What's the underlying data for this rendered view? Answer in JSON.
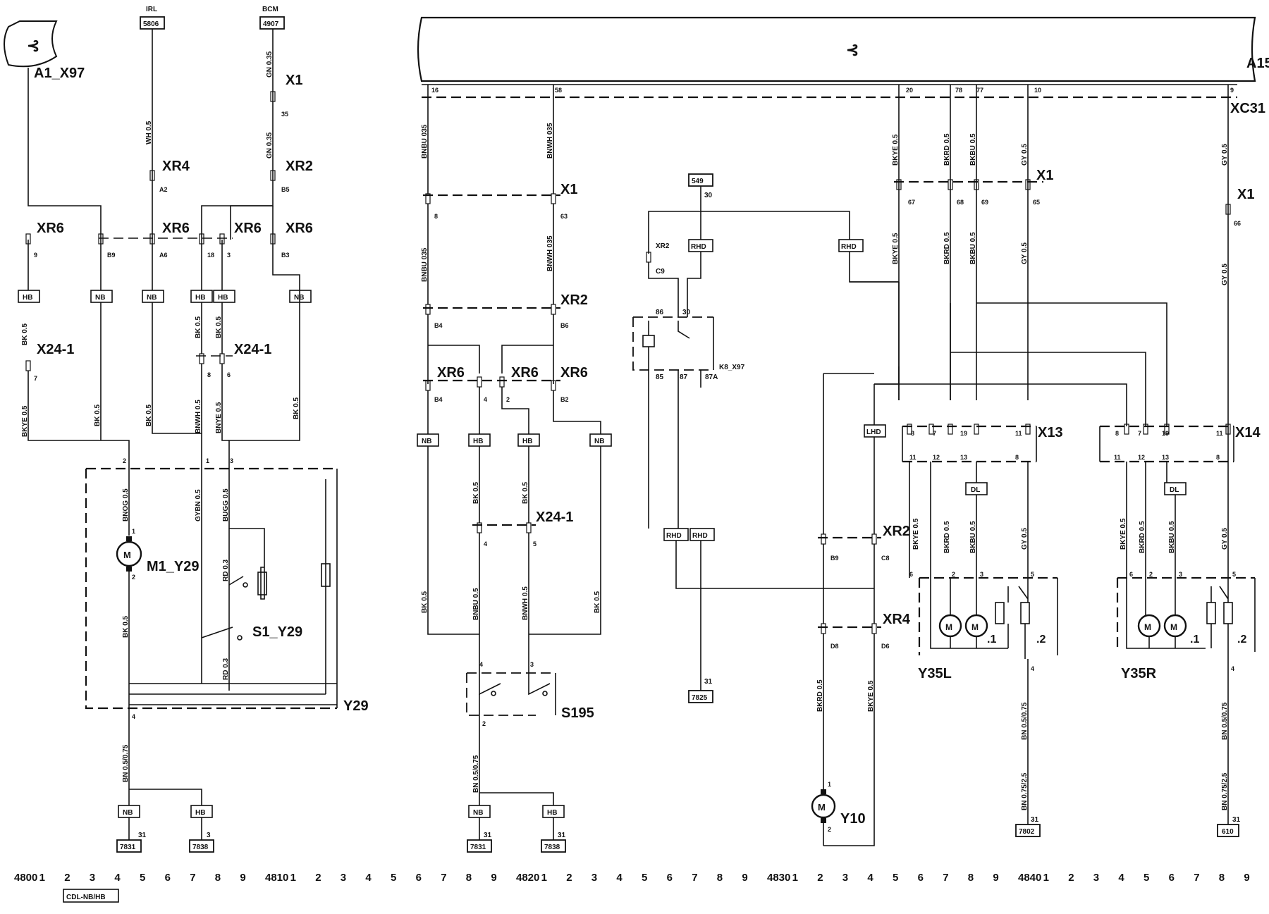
{
  "modules": {
    "a1": "A1_X97",
    "a15": "A15",
    "irl_label": "IRL",
    "irl_code": "5806",
    "bcm_label": "BCM",
    "bcm_code": "4907"
  },
  "components": {
    "m1": "M1_Y29",
    "s1": "S1_Y29",
    "y29": "Y29",
    "s195": "S195",
    "k8": "K8_X97",
    "y10": "Y10",
    "y35l": "Y35L",
    "y35r": "Y35R",
    "relay_code": "549",
    "ground_7825": "7825"
  },
  "connectors": {
    "x1": "X1",
    "xr2": "XR2",
    "xr4": "XR4",
    "xr6": "XR6",
    "x24": "X24-1",
    "xc31": "XC31",
    "x13": "X13",
    "x14": "X14"
  },
  "tags": {
    "nb": "NB",
    "hb": "HB",
    "rhd": "RHD",
    "lhd": "LHD",
    "dl": "DL"
  },
  "wires": {
    "bk05": "BK 0.5",
    "bkye05": "BKYE 0.5",
    "wh05": "WH 0.5",
    "gn035": "GN 0.35",
    "bnwh05": "BNWH 0.5",
    "bnye05": "BNYE 0.5",
    "bnog05": "BNOG 0.5",
    "gybn05": "GYBN 0.5",
    "bugg05": "BUGG 0.5",
    "rd03": "RD 0.3",
    "bn05075": "BN 0.5/0.75",
    "bnbu035": "BNBU 035",
    "bnwh035": "BNWH 035",
    "bnbu05": "BNBU 0.5",
    "bnwh05b": "BNWH 0.5",
    "bkrd05": "BKRD 0.5",
    "bkbu05": "BKBU 0.5",
    "gy05": "GY 0.5",
    "bn0752": "BN 0.75/2.5"
  },
  "grounds": {
    "g7831": "7831",
    "g7838": "7838",
    "g7802": "7802",
    "g610": "610"
  },
  "ruler": {
    "numbers": [
      "4800",
      "1",
      "2",
      "3",
      "4",
      "5",
      "6",
      "7",
      "8",
      "9",
      "4810",
      "1",
      "2",
      "3",
      "4",
      "5",
      "6",
      "7",
      "8",
      "9",
      "4820",
      "1",
      "2",
      "3",
      "4",
      "5",
      "6",
      "7",
      "8",
      "9",
      "4830",
      "1",
      "2",
      "3",
      "4",
      "5",
      "6",
      "7",
      "8",
      "9",
      "4840",
      "1",
      "2",
      "3",
      "4",
      "5",
      "6",
      "7",
      "8",
      "9"
    ],
    "caption": "CDL-NB/HB"
  }
}
